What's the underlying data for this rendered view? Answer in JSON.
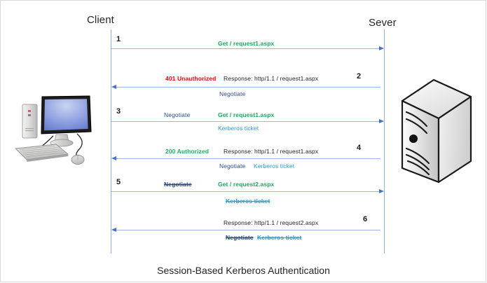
{
  "caption": "Session-Based Kerberos Authentication",
  "actors": {
    "client": "Client",
    "server": "Sever"
  },
  "colors": {
    "lifeline": "#93afd8",
    "arrow": "#4472c4",
    "arrow_line": "#9cb6e0",
    "green": "#1aa85c",
    "red": "#ff0000",
    "navy": "#2b4a8b",
    "cyan": "#1e9ce8",
    "text": "#262626",
    "frame": "#d8d8d8"
  },
  "steps": [
    {
      "number": "1",
      "direction": "client-to-server",
      "above": [
        {
          "text": "Get / request1.aspx",
          "style": "green"
        }
      ],
      "below": []
    },
    {
      "number": "2",
      "direction": "server-to-client",
      "above": [
        {
          "text": "401 Unauthorized",
          "style": "red"
        },
        {
          "text": "Response: http/1.1 / request1.aspx",
          "style": "black"
        }
      ],
      "below": [
        {
          "text": "Negotiate",
          "style": "navy"
        }
      ]
    },
    {
      "number": "3",
      "direction": "client-to-server",
      "above": [
        {
          "text": "Negotiate",
          "style": "navy"
        },
        {
          "text": "Get / request1.aspx",
          "style": "green"
        }
      ],
      "below": [
        {
          "text": "Kerberos ticket",
          "style": "cyan"
        }
      ]
    },
    {
      "number": "4",
      "direction": "server-to-client",
      "above": [
        {
          "text": "200 Authorized",
          "style": "green"
        },
        {
          "text": "Response: http/1.1 / request1.aspx",
          "style": "black"
        }
      ],
      "below": [
        {
          "text": "Negotiate",
          "style": "navy"
        },
        {
          "text": "Kerberos ticket",
          "style": "cyan"
        }
      ]
    },
    {
      "number": "5",
      "direction": "client-to-server",
      "above": [
        {
          "text": "Negotiate",
          "style": "navy-strike"
        },
        {
          "text": "Get / request2.aspx",
          "style": "green"
        }
      ],
      "below": [
        {
          "text": "Kerberos ticket",
          "style": "cyan-strike"
        }
      ]
    },
    {
      "number": "6",
      "direction": "server-to-client",
      "above": [
        {
          "text": "Response: http/1.1 / request2.aspx",
          "style": "black"
        }
      ],
      "below": [
        {
          "text": "Negotiate",
          "style": "navy-strike"
        },
        {
          "text": "Kerberos ticket",
          "style": "cyan-strike"
        }
      ]
    }
  ],
  "labels": {
    "s1_get": "Get / request1.aspx",
    "s2_status": "401 Unauthorized",
    "s2_resp": "Response: http/1.1 / request1.aspx",
    "s2_neg": "Negotiate",
    "s3_neg": "Negotiate",
    "s3_get": "Get / request1.aspx",
    "s3_tkt": "Kerberos ticket",
    "s4_status": "200 Authorized",
    "s4_resp": "Response: http/1.1 / request1.aspx",
    "s4_neg": "Negotiate",
    "s4_tkt": "Kerberos ticket",
    "s5_neg": "Negotiate",
    "s5_get": "Get / request2.aspx",
    "s5_tkt": "Kerberos ticket",
    "s6_resp": "Response: http/1.1 / request2.aspx",
    "s6_neg": "Negotiate",
    "s6_tkt": "Kerberos ticket",
    "n1": "1",
    "n2": "2",
    "n3": "3",
    "n4": "4",
    "n5": "5",
    "n6": "6"
  },
  "icons": {
    "client": "desktop-computer-icon",
    "server": "server-tower-icon"
  }
}
